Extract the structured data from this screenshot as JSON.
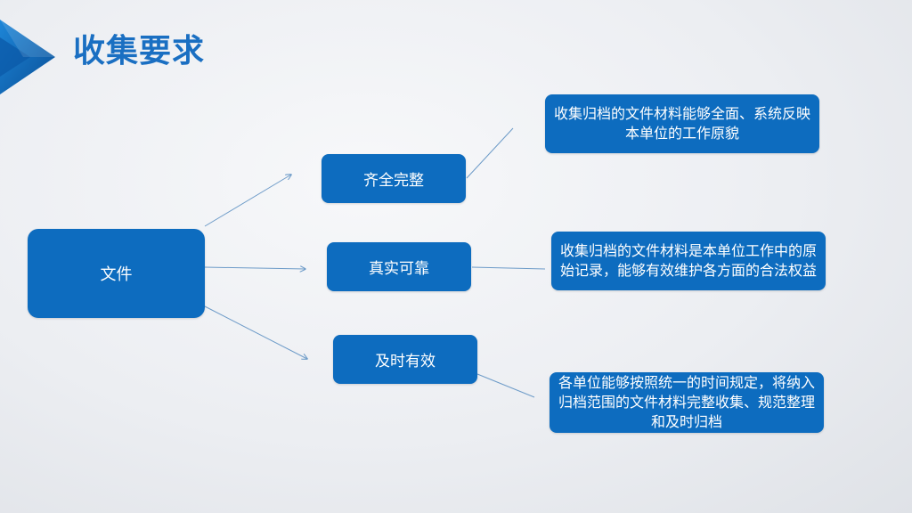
{
  "header": {
    "title": "收集要求",
    "accent_color": "#1a6fc2",
    "icon": "play-triangle-icon"
  },
  "diagram": {
    "root": {
      "label": "文件"
    },
    "nodes": [
      {
        "label": "齐全完整",
        "description": "收集归档的文件材料能够全面、系统反映本单位的工作原貌"
      },
      {
        "label": "真实可靠",
        "description": "收集归档的文件材料是本单位工作中的原始记录，能够有效维护各方面的合法权益"
      },
      {
        "label": "及时有效",
        "description": "各单位能够按照统一的时间规定，将纳入归档范围的文件材料完整收集、规范整理和及时归档"
      }
    ],
    "box_color": "#0d6cbf",
    "line_color": "#6d9bc8"
  }
}
